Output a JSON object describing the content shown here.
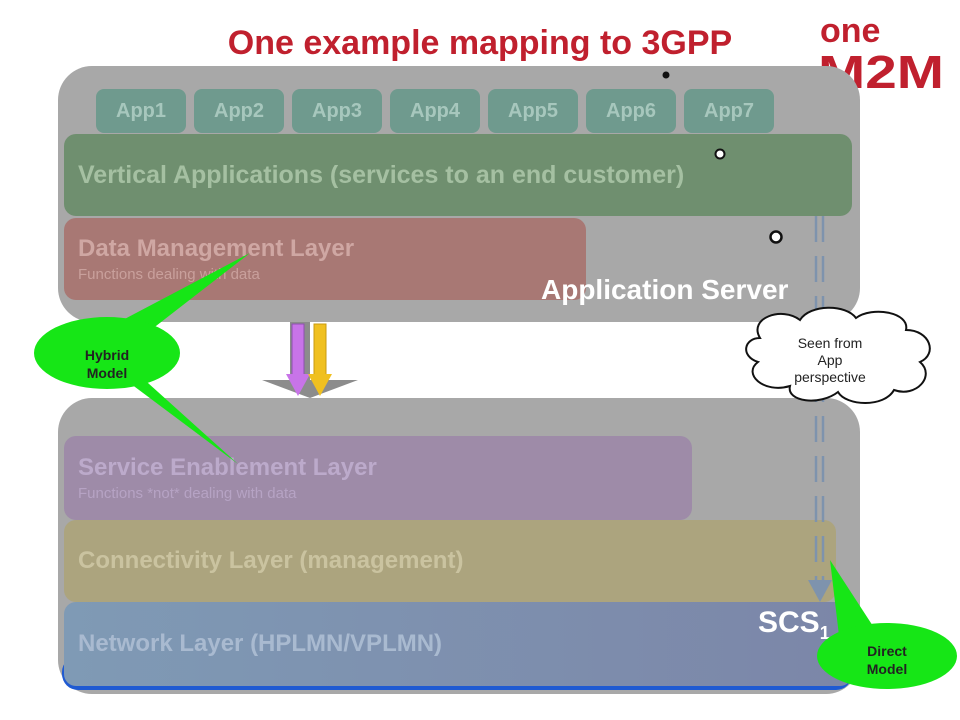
{
  "title": "One example mapping to 3GPP",
  "logo": {
    "line1": "one",
    "line2": "M2M",
    "icon": "onem2m-logo"
  },
  "apps": [
    "App1",
    "App2",
    "App3",
    "App4",
    "App5",
    "App6",
    "App7"
  ],
  "layers": {
    "vertical": {
      "title": "Vertical Applications (services to an end customer)"
    },
    "data_management": {
      "title": "Data Management Layer",
      "subtitle": "Functions dealing with data"
    },
    "service_enablement": {
      "title": "Service Enablement Layer",
      "subtitle": "Functions *not* dealing with data"
    },
    "connectivity": {
      "title": "Connectivity Layer (management)"
    },
    "network": {
      "title": "Network Layer (HPLMN/VPLMN)"
    }
  },
  "labels": {
    "application_server": "Application Server",
    "scs": "SCS",
    "scs_subscript": "1",
    "hybrid_model": [
      "Hybrid",
      "Model"
    ],
    "direct_model": [
      "Direct",
      "Model"
    ],
    "cloud": [
      "Seen from",
      "App",
      "perspective"
    ]
  },
  "colors": {
    "title": "#c0202e",
    "panel": "#a8a8a8",
    "callout": "#16e616",
    "arrow_purple": "#c874e8",
    "arrow_yellow": "#f0c020",
    "arrow_grey": "#909090"
  }
}
